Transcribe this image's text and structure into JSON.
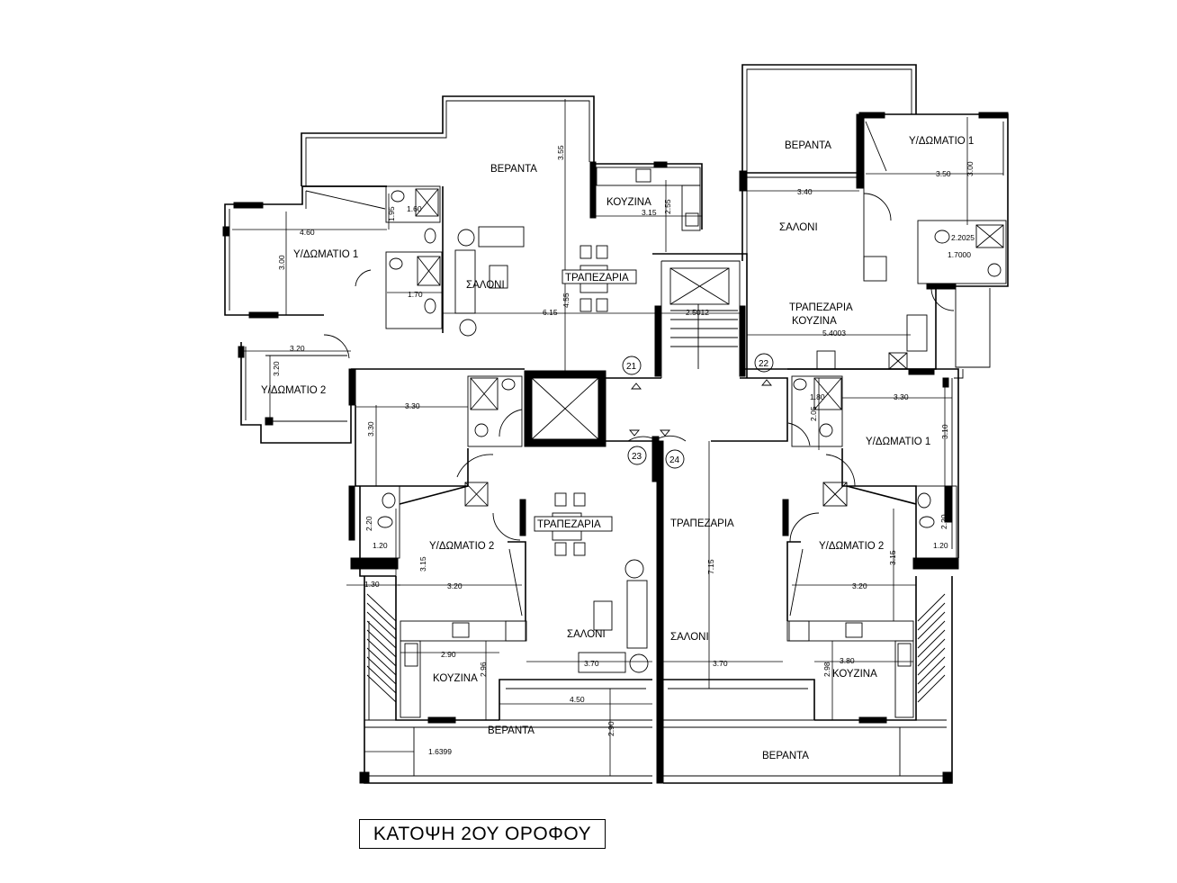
{
  "drawing": {
    "title": "ΚΑΤΟΨΗ 2ΟΥ ΟΡΟΦΟΥ",
    "room_labels": [
      {
        "id": "veranda-nw",
        "text": "ΒΕΡΑΝΤΑ"
      },
      {
        "id": "bedroom1-nw",
        "text": "Υ/ΔΩΜΑΤΙΟ 1"
      },
      {
        "id": "kitchen-nw",
        "text": "ΚΟΥΖΙΝΑ"
      },
      {
        "id": "living-nw",
        "text": "ΣΑΛΟΝΙ"
      },
      {
        "id": "dining-nw",
        "text": "ΤΡΑΠΕΖΑΡΙΑ"
      },
      {
        "id": "bedroom2-nw",
        "text": "Υ/ΔΩΜΑΤΙΟ 2"
      },
      {
        "id": "veranda-ne",
        "text": "ΒΕΡΑΝΤΑ"
      },
      {
        "id": "bedroom1-ne",
        "text": "Υ/ΔΩΜΑΤΙΟ 1"
      },
      {
        "id": "living-ne",
        "text": "ΣΑΛΟΝΙ"
      },
      {
        "id": "dining-ne-1",
        "text": "ΤΡΑΠΕΖΑΡΙΑ"
      },
      {
        "id": "dining-ne-2",
        "text": "ΚΟΥΖΙΝΑ"
      },
      {
        "id": "bedroom1-se",
        "text": "Υ/ΔΩΜΑΤΙΟ 1"
      },
      {
        "id": "bedroom2-sw",
        "text": "Υ/ΔΩΜΑΤΙΟ 2"
      },
      {
        "id": "dining-sw",
        "text": "ΤΡΑΠΕΖΑΡΙΑ"
      },
      {
        "id": "dining-se",
        "text": "ΤΡΑΠΕΖΑΡΙΑ"
      },
      {
        "id": "bedroom2-se",
        "text": "Υ/ΔΩΜΑΤΙΟ 2"
      },
      {
        "id": "living-sw",
        "text": "ΣΑΛΟΝΙ"
      },
      {
        "id": "living-se",
        "text": "ΣΑΛΟΝΙ"
      },
      {
        "id": "kitchen-sw",
        "text": "ΚΟΥΖΙΝΑ"
      },
      {
        "id": "kitchen-se",
        "text": "ΚΟΥΖΙΝΑ"
      },
      {
        "id": "veranda-sw",
        "text": "ΒΕΡΑΝΤΑ"
      },
      {
        "id": "veranda-se",
        "text": "ΒΕΡΑΝΤΑ"
      }
    ],
    "dimensions": [
      "3.55",
      "1.95",
      "1.60",
      "4.60",
      "3.00",
      "1.70",
      "3.15",
      "2.55",
      "4.55",
      "6.15",
      "2.5012",
      "3.20",
      "3.20",
      "3.40",
      "3.50",
      "3.00",
      "2.2025",
      "1.7000",
      "5.4003",
      "3.30",
      "3.30",
      "3.30",
      "1.80",
      "2.05",
      "3.10",
      "2.20",
      "1.20",
      "3.15",
      "3.20",
      "1.30",
      "7.15",
      "2.20",
      "1.20",
      "3.15",
      "3.20",
      "2.90",
      "2.96",
      "3.70",
      "3.70",
      "4.50",
      "2.90",
      "1.6399",
      "3.80",
      "2.98"
    ],
    "stair_markers": [
      "21",
      "22",
      "23",
      "24"
    ]
  }
}
